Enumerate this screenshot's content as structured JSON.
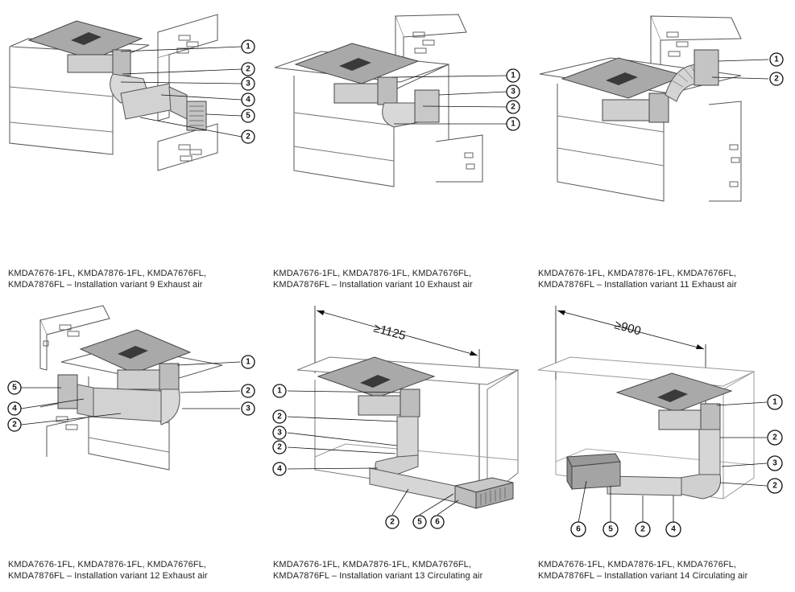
{
  "panels": [
    {
      "caption_line1": "KMDA7676-1FL, KMDA7876-1FL, KMDA7676FL,",
      "caption_line2": "KMDA7876FL – Installation variant 9 Exhaust air",
      "callouts": [
        "1",
        "2",
        "3",
        "4",
        "5",
        "2"
      ]
    },
    {
      "caption_line1": "KMDA7676-1FL, KMDA7876-1FL, KMDA7676FL,",
      "caption_line2": "KMDA7876FL – Installation variant 10 Exhaust air",
      "callouts": [
        "1",
        "3",
        "2",
        "1"
      ]
    },
    {
      "caption_line1": "KMDA7676-1FL, KMDA7876-1FL, KMDA7676FL,",
      "caption_line2": "KMDA7876FL – Installation variant 11 Exhaust air",
      "callouts": [
        "1",
        "2"
      ]
    },
    {
      "caption_line1": "KMDA7676-1FL, KMDA7876-1FL, KMDA7676FL,",
      "caption_line2": "KMDA7876FL – Installation variant 12 Exhaust air",
      "callouts": [
        "1",
        "2",
        "3",
        "5",
        "4",
        "2"
      ]
    },
    {
      "caption_line1": "KMDA7676-1FL, KMDA7876-1FL, KMDA7676FL,",
      "caption_line2": "KMDA7876FL – Installation variant 13 Circulating air",
      "dimension": "≥1125",
      "callouts": [
        "1",
        "2",
        "3",
        "2",
        "4",
        "2",
        "5",
        "6"
      ]
    },
    {
      "caption_line1": "KMDA7676-1FL, KMDA7876-1FL, KMDA7676FL,",
      "caption_line2": "KMDA7876FL – Installation variant 14 Circulating air",
      "dimension": "≥900",
      "callouts": [
        "1",
        "2",
        "3",
        "2",
        "6",
        "5",
        "2",
        "4"
      ]
    }
  ]
}
